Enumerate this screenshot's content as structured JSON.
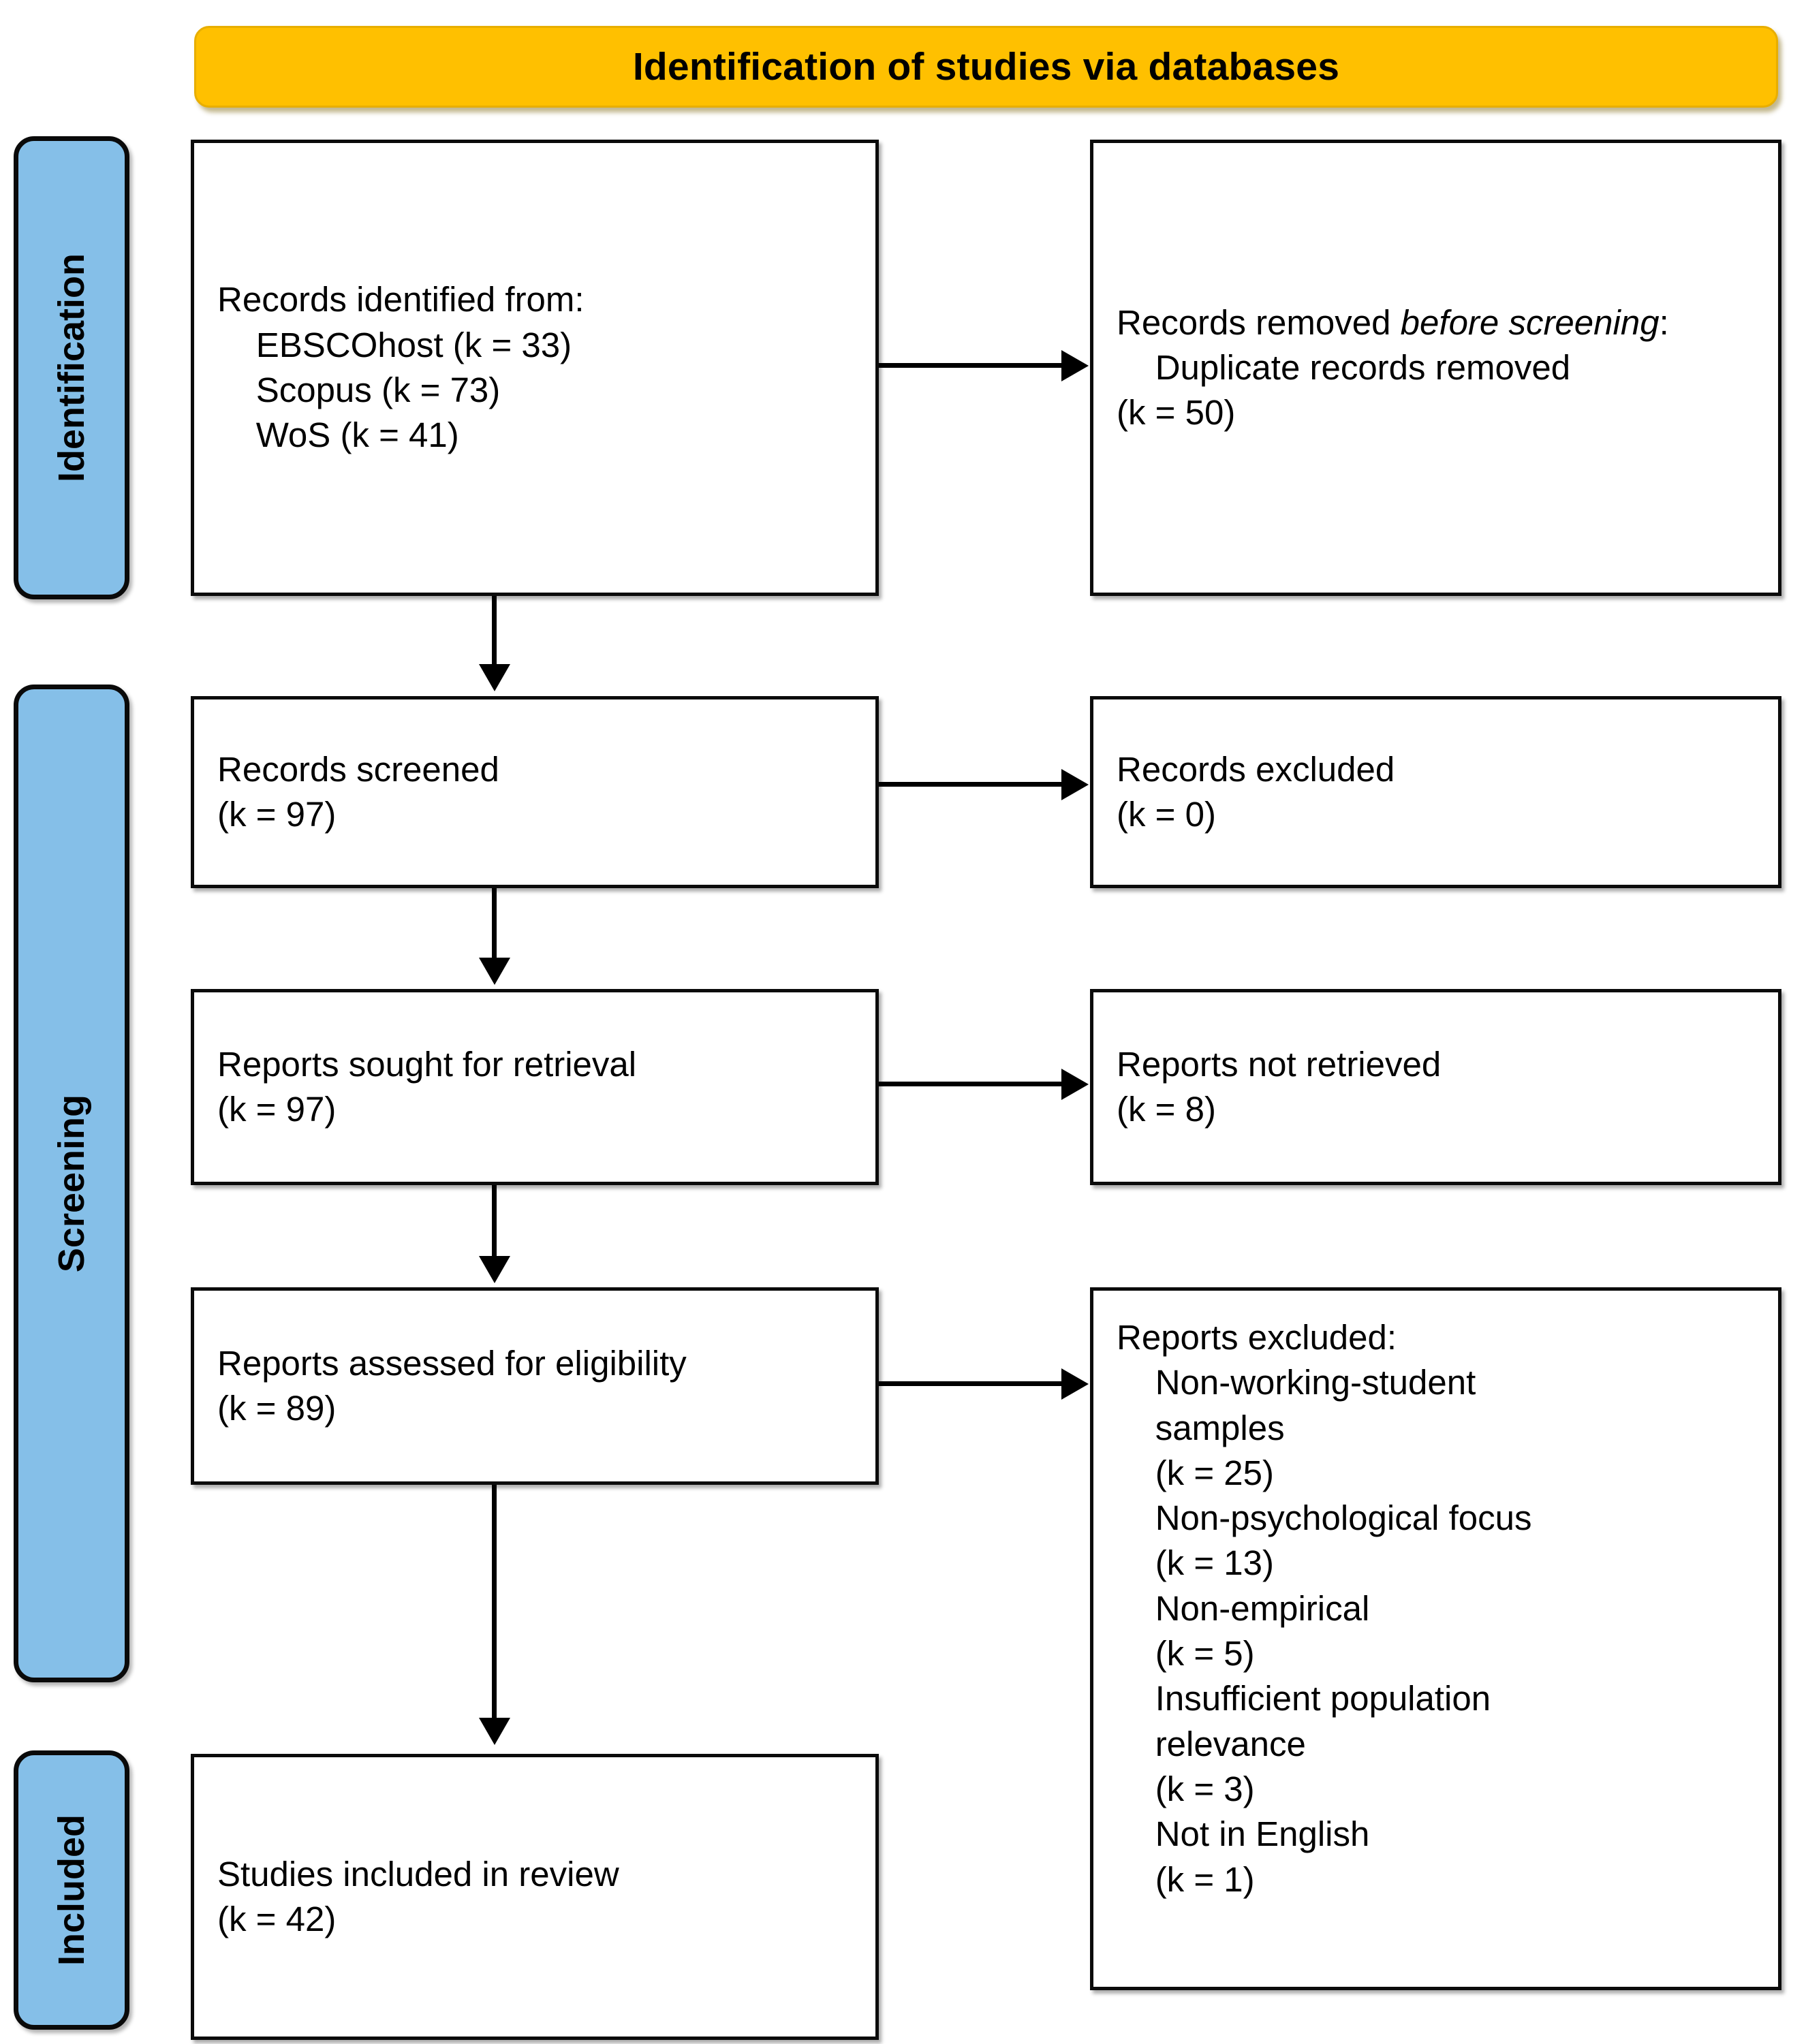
{
  "banner": {
    "title": "Identification of studies via databases",
    "background_color": "#FFC000",
    "text_color": "#000000"
  },
  "stage_labels": {
    "accent_color": "#85BFE8",
    "items": [
      {
        "id": "identification",
        "label": "Identification"
      },
      {
        "id": "screening",
        "label": "Screening"
      },
      {
        "id": "included",
        "label": "Included"
      }
    ]
  },
  "flow": {
    "left_column": [
      {
        "id": "records-identified",
        "heading": "Records identified from:",
        "lines": [
          "EBSCOhost (k = 33)",
          "Scopus (k = 73)",
          "WoS (k = 41)"
        ]
      },
      {
        "id": "records-screened",
        "heading": "Records screened",
        "lines": [
          "(k = 97)"
        ]
      },
      {
        "id": "reports-sought",
        "heading": "Reports sought for retrieval",
        "lines": [
          "(k = 97)"
        ]
      },
      {
        "id": "reports-assessed",
        "heading": "Reports assessed for eligibility",
        "lines": [
          "(k = 89)"
        ]
      },
      {
        "id": "studies-included",
        "heading": "Studies included in review",
        "lines": [
          "(k = 42)"
        ]
      }
    ],
    "right_column": [
      {
        "id": "records-removed",
        "heading_plain_1": "Records removed ",
        "heading_italic": "before screening",
        "heading_plain_2": ":",
        "lines": [
          "Duplicate records removed",
          "(k = 50)"
        ]
      },
      {
        "id": "records-excluded",
        "heading": "Records excluded",
        "lines": [
          "(k = 0)"
        ]
      },
      {
        "id": "reports-not-retrieved",
        "heading": "Reports not retrieved",
        "lines": [
          "(k = 8)"
        ]
      },
      {
        "id": "reports-excluded",
        "heading": "Reports excluded:",
        "lines": [
          "Non-working-student",
          "samples",
          "(k = 25)",
          "Non-psychological focus",
          "(k = 13)",
          "Non-empirical",
          "(k = 5)",
          "Insufficient population",
          "relevance",
          "(k = 3)",
          "Not in English",
          "(k = 1)"
        ]
      }
    ]
  },
  "counts": {
    "ebscohost": 33,
    "scopus": 73,
    "wos": 41,
    "duplicates_removed": 50,
    "records_screened": 97,
    "records_excluded": 0,
    "reports_sought": 97,
    "reports_not_retrieved": 8,
    "reports_assessed": 89,
    "excluded_non_working_student_samples": 25,
    "excluded_non_psychological_focus": 13,
    "excluded_non_empirical": 5,
    "excluded_insufficient_population_relevance": 3,
    "excluded_not_in_english": 1,
    "studies_included": 42
  },
  "text_blocks": {
    "records_identified": "Records identified from:\n    EBSCOhost (k = 33)\n    Scopus (k = 73)\n    WoS (k = 41)",
    "records_screened": "Records screened\n(k = 97)",
    "reports_sought": "Reports sought for retrieval\n(k = 97)",
    "reports_assessed": "Reports assessed for eligibility\n(k = 89)",
    "studies_included": "Studies included in review\n(k = 42)",
    "records_removed_rest": "    Duplicate records removed\n(k = 50)",
    "records_excluded": "Records excluded\n(k = 0)",
    "reports_not_retrieved": "Reports not retrieved\n(k = 8)",
    "reports_excluded": "Reports excluded:\n    Non-working-student\n    samples\n    (k = 25)\n    Non-psychological focus\n    (k = 13)\n    Non-empirical\n    (k = 5)\n    Insufficient population\n    relevance\n    (k = 3)\n    Not in English\n    (k = 1)"
  }
}
